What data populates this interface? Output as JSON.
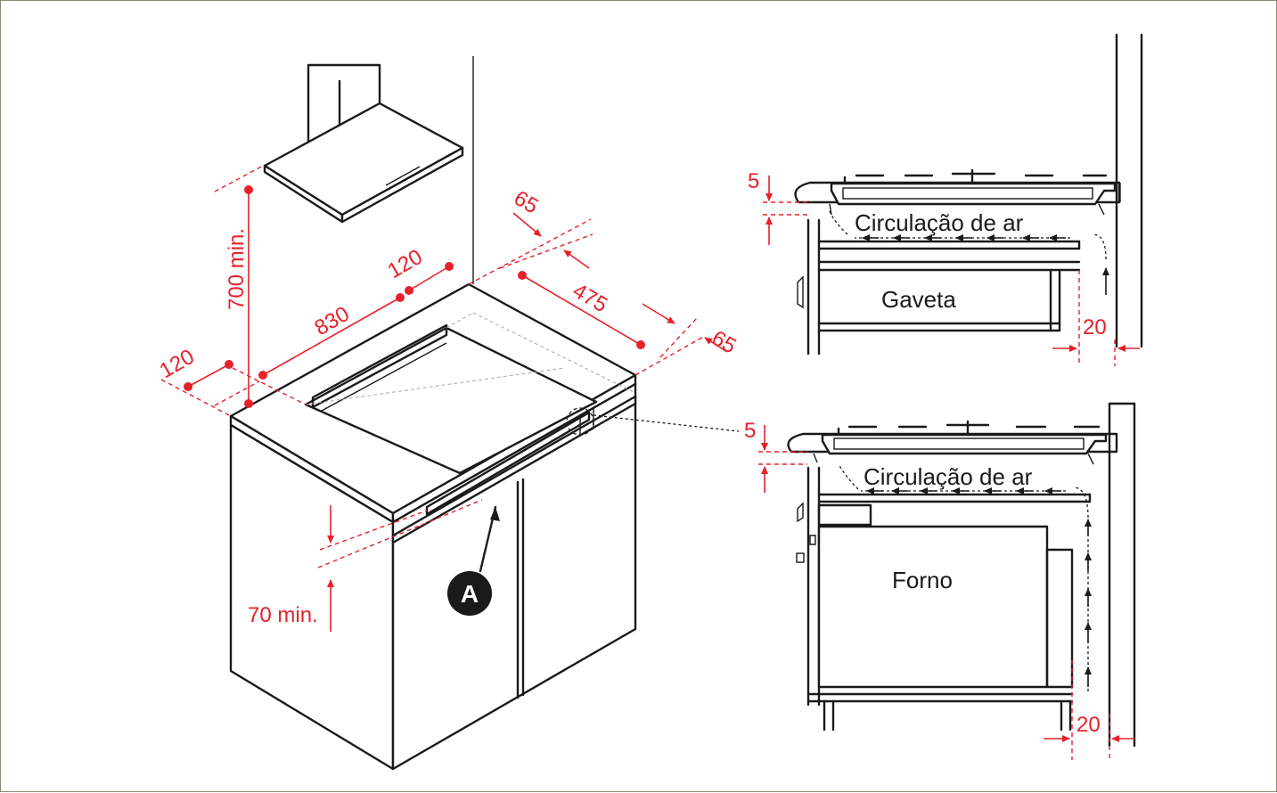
{
  "dimensions": {
    "hood_height": "700 min.",
    "top_left_depth": "120",
    "left_margin": "120",
    "cutout_width": "830",
    "back_clearance": "65",
    "cutout_depth": "475",
    "front_clearance": "65",
    "front_gap": "70 min."
  },
  "callout": {
    "label": "A"
  },
  "detail_top": {
    "gap": "5",
    "air_label": "Circulação de ar",
    "unit_label": "Gaveta",
    "side_gap": "20"
  },
  "detail_bottom": {
    "gap": "5",
    "air_label": "Circulação de ar",
    "unit_label": "Forno",
    "side_gap": "20"
  },
  "colors": {
    "dimension": "#e8202a",
    "line": "#1a1a1a",
    "callout_fill": "#1a1a1a"
  }
}
